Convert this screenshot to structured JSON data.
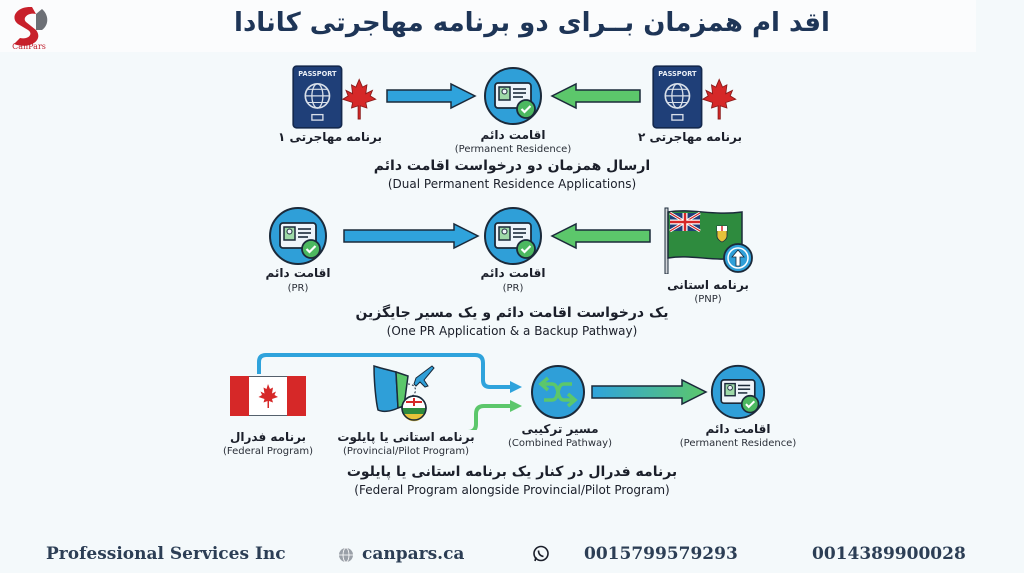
{
  "header": {
    "title": "اقد ام همزمان بــرای دو برنامه مهاجرتی کانادا",
    "logo_text": "CanPars"
  },
  "colors": {
    "title": "#1e3557",
    "blue_arrow": "#2fa3dc",
    "green_arrow": "#5cc76b",
    "icon_circle": "#2f9fd8",
    "passport": "#1f3f78",
    "maple_red": "#d62828",
    "footer_text": "#2c3e55"
  },
  "section1": {
    "left": {
      "label": "برنامه مهاجرتی ۱",
      "icon": "passport-canada-icon"
    },
    "center": {
      "label": "اقامت دائم",
      "sub": "(Permanent Residence)",
      "icon": "pr-card-check-icon"
    },
    "right": {
      "label": "برنامه مهاجرتی ۲",
      "icon": "passport-canada-icon"
    },
    "caption_fa": "ارسال همزمان دو درخواست اقامت دائم",
    "caption_en": "(Dual Permanent Residence Applications)"
  },
  "section2": {
    "left": {
      "label": "اقامت دائم",
      "sub": "(PR)",
      "icon": "pr-card-check-icon"
    },
    "center": {
      "label": "اقامت دائم",
      "sub": "(PR)",
      "icon": "pr-card-check-icon"
    },
    "right": {
      "label": "برنامه استانی",
      "sub": "(PNP)",
      "icon": "ontario-flag-icon"
    },
    "caption_fa": "یک درخواست اقامت دائم و یک مسیر جایگزین",
    "caption_en": "(One PR Application & a Backup Pathway)"
  },
  "section3": {
    "federal": {
      "label": "برنامه فدرال",
      "sub": "(Federal Program)",
      "icon": "canada-flag-icon"
    },
    "provincial": {
      "label": "برنامه استانی یا پایلوت",
      "sub": "(Provincial/Pilot Program)",
      "icon": "province-map-plane-icon"
    },
    "combined": {
      "label": "مسیر ترکیبی",
      "sub": "(Combined Pathway)",
      "icon": "merge-arrows-icon"
    },
    "pr": {
      "label": "اقامت دائم",
      "sub": "(Permanent Residence)",
      "icon": "pr-card-check-icon"
    },
    "caption_fa": "برنامه فدرال در کنار یک برنامه استانی یا پایلوت",
    "caption_en": "(Federal Program alongside Provincial/Pilot Program)"
  },
  "footer": {
    "company": "Professional Services Inc",
    "website": "canpars.ca",
    "phone1": "0015799579293",
    "phone2": "0014389900028"
  }
}
